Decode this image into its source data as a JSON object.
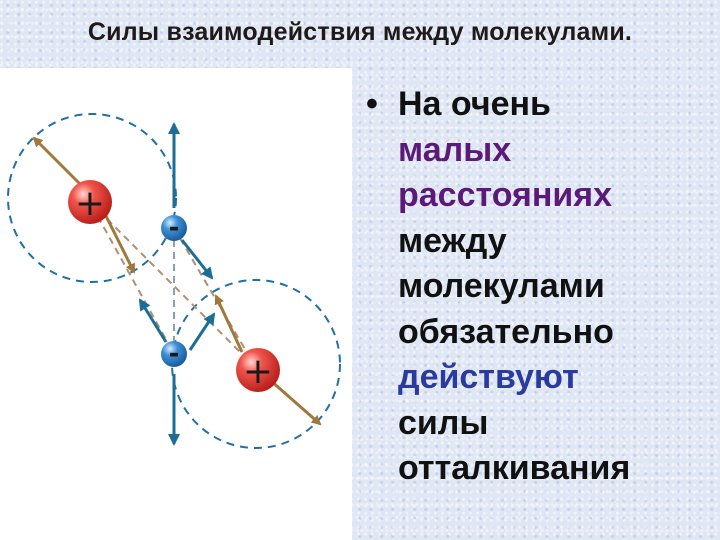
{
  "slide": {
    "title": "Силы взаимодействия между молекулами.",
    "bullet_symbol": "•",
    "bullet_lines": [
      {
        "text": "На очень",
        "color": "#111111"
      },
      {
        "text": "малых",
        "color": "#5b1a78"
      },
      {
        "text": "расстояниях",
        "color": "#5b1a78"
      },
      {
        "text": "между",
        "color": "#111111"
      },
      {
        "text": "молекулами",
        "color": "#111111"
      },
      {
        "text": "обязательно",
        "color": "#111111"
      },
      {
        "text": "действуют",
        "color": "#2b3a9e"
      },
      {
        "text": "силы",
        "color": "#111111"
      },
      {
        "text": "отталкивания",
        "color": "#111111"
      }
    ]
  },
  "figure": {
    "positive_charge_symbol": "+",
    "negative_charge_symbol": "-",
    "colors": {
      "positive": "#e8403a",
      "negative": "#2f7fc8",
      "orbit": "#1f6fa8",
      "axis_arrow": "#a0783c",
      "vertical_arrow": "#1d6e96"
    }
  }
}
